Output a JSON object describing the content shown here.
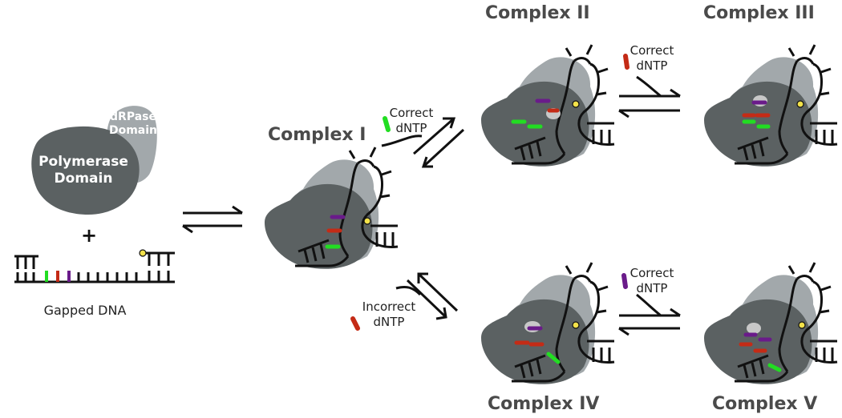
{
  "labels": {
    "polymerase_domain": "Polymerase\nDomain",
    "drpase_domain": "dRPase\nDomain",
    "plus": "+",
    "gapped_dna": "Gapped DNA",
    "complex_1": "Complex I",
    "complex_2": "Complex II",
    "complex_3": "Complex III",
    "complex_4": "Complex IV",
    "complex_5": "Complex V",
    "correct_dntp_1": "Correct\ndNTP",
    "correct_dntp_2": "Correct\ndNTP",
    "incorrect_dntp": "Incorrect\ndNTP",
    "correct_dntp_3": "Correct\ndNTP"
  },
  "colors": {
    "polymerase": "#5b6162",
    "drpase": "#a2a8ab",
    "dna": "#111111",
    "green": "#22dd22",
    "red": "#c42b16",
    "purple": "#6a1b8a",
    "yellow": "#f3e24a"
  }
}
